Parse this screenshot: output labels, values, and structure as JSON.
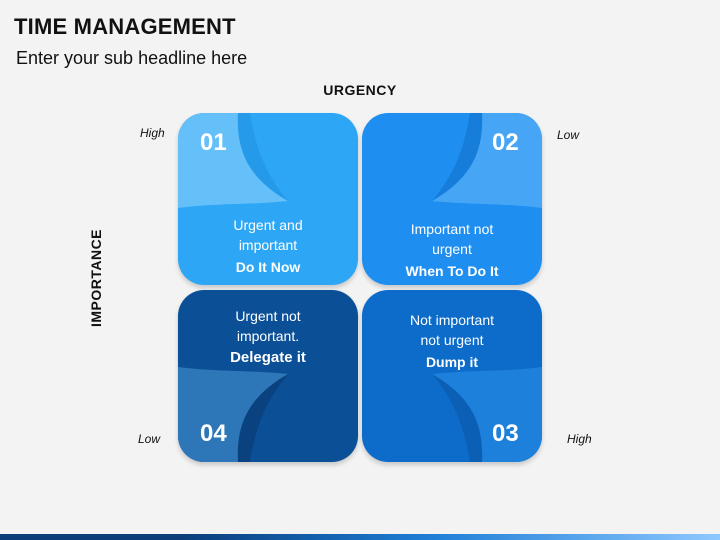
{
  "title": "TIME MANAGEMENT",
  "subtitle": "Enter your sub headline here",
  "axes": {
    "x_label": "URGENCY",
    "y_label": "IMPORTANCE",
    "top_left": "High",
    "top_right": "Low",
    "bottom_left": "Low",
    "bottom_right": "High"
  },
  "quadrants": {
    "q1": {
      "number": "01",
      "line1": "Urgent and",
      "line2": "important",
      "action": "Do It Now",
      "color": "#2da7f5"
    },
    "q2": {
      "number": "02",
      "line1": "Important not",
      "line2": "urgent",
      "action": "When To Do It",
      "color": "#1e8ff0"
    },
    "q3": {
      "number": "03",
      "line1": "Not important",
      "line2": "not urgent",
      "action": "Dump it",
      "color": "#0d6cc9"
    },
    "q4": {
      "number": "04",
      "line1": "Urgent not",
      "line2": "important.",
      "action": "Delegate it",
      "color": "#1460a8"
    }
  },
  "colors": {
    "dark_navy": "#0b3f78",
    "footer_dark": "#0a3d7a"
  }
}
